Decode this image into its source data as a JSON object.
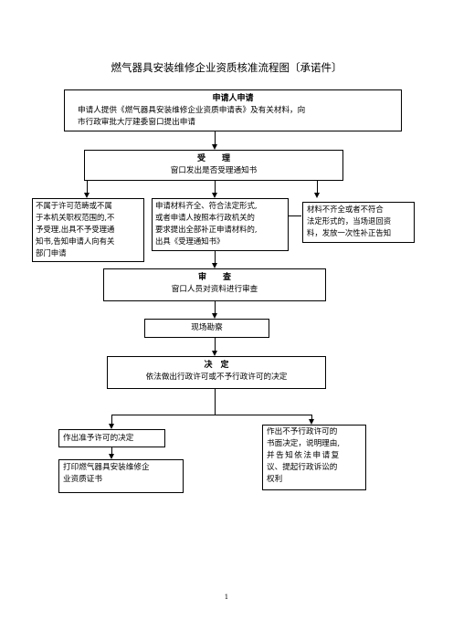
{
  "title": "燃气器具安装维修企业资质核准流程图〔承诺件〕",
  "apply": {
    "heading": "申请人申请",
    "line1": "申请人提供《燃气器具安装维修企业资质申请表》及有关材料，向",
    "line2": "市行政审批大厅建委窗口提出申请"
  },
  "accept": {
    "heading": "受　　理",
    "text": "窗口发出是否受理通知书"
  },
  "reject": {
    "lines": [
      "不属于许可范畴或不属",
      "于本机关职权范围的,不",
      "予受理,出具不予受理通",
      "知书,告知申请人向有关",
      "部门申请"
    ]
  },
  "complete": {
    "lines": [
      "申请材料齐全、符合法定形式,",
      "或者申请人按照本行政机关的",
      "要求提出全部补正申请材料的,",
      "出具《受理通知书》"
    ]
  },
  "incomplete": {
    "lines": [
      "材料不齐全或者不符合",
      "法定形式的，当场退回资",
      "料，发放一次性补正告知"
    ]
  },
  "review": {
    "heading": "审　　查",
    "text": "窗口人员对资料进行审查"
  },
  "inspect": {
    "text": "现场勘察"
  },
  "decide": {
    "heading": "决　定",
    "text": "依法做出行政许可或不予行政许可的决定"
  },
  "grant": {
    "text": "作出准予许可的决定"
  },
  "certificate": {
    "lines": [
      "打印燃气器具安装维修企",
      "业资质证书"
    ]
  },
  "deny": {
    "lines": [
      "作出不予行政许可的",
      "书面决定，说明理由,",
      "并告知依法申请复",
      "议、提起行政诉讼的",
      "权利"
    ]
  },
  "page_number": "1"
}
